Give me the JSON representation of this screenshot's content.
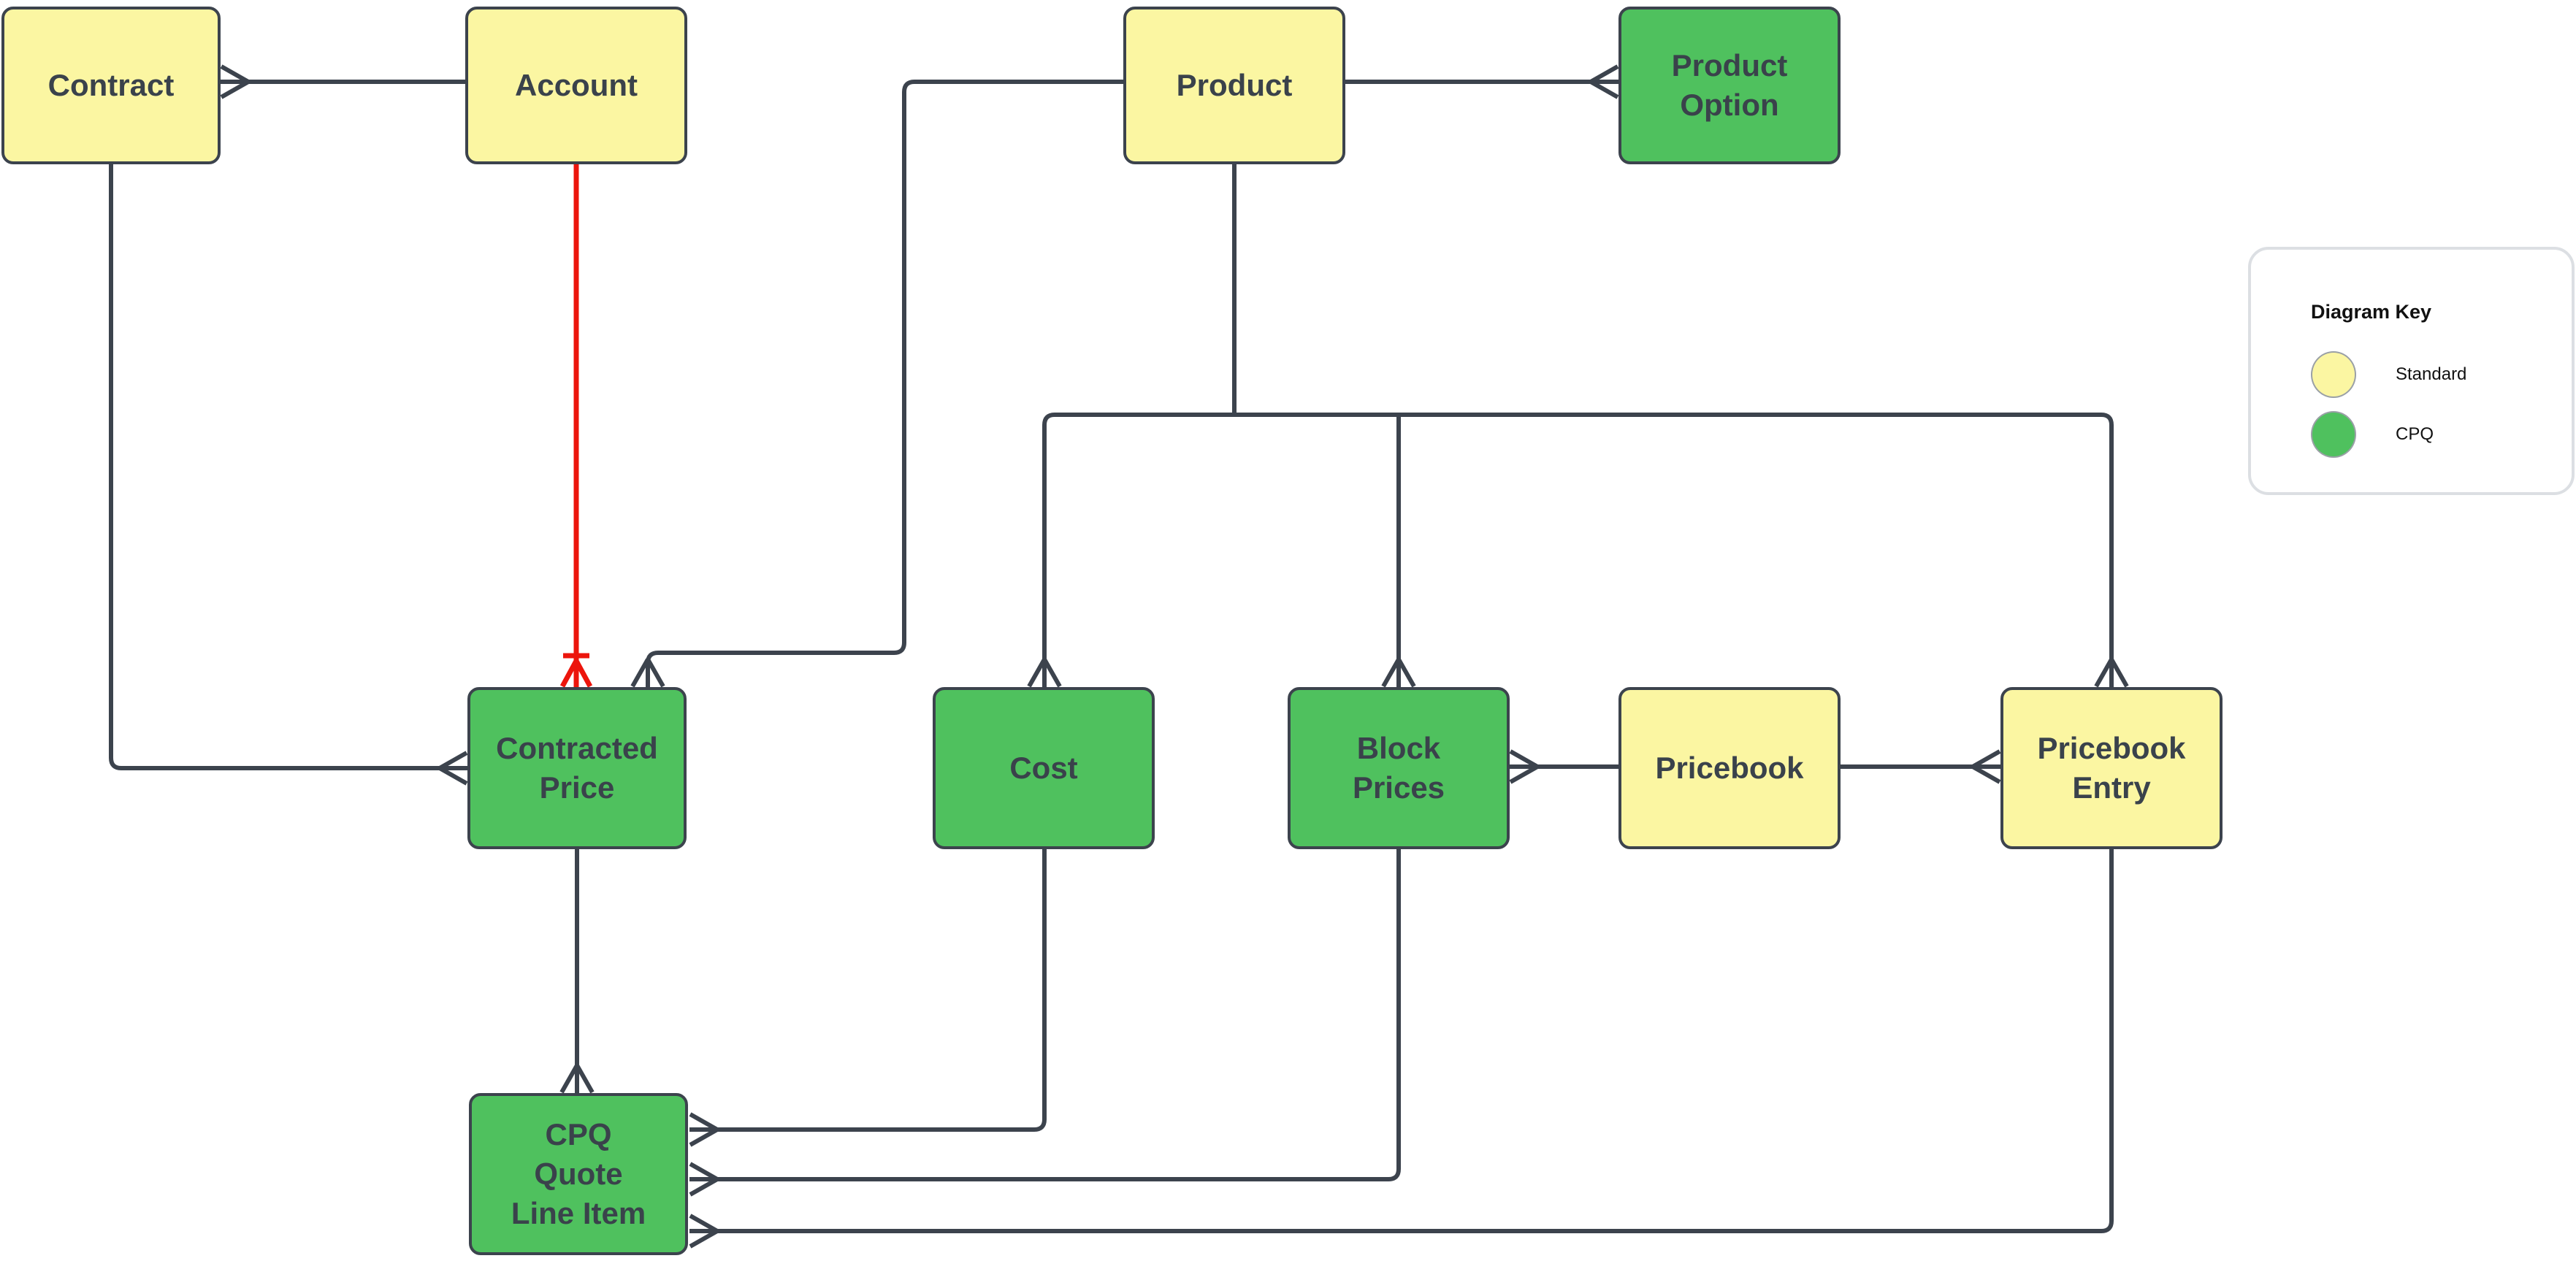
{
  "diagram": {
    "nodes": [
      {
        "id": "contract",
        "label": "Contract",
        "type": "standard"
      },
      {
        "id": "account",
        "label": "Account",
        "type": "standard"
      },
      {
        "id": "product",
        "label": "Product",
        "type": "standard"
      },
      {
        "id": "product-option",
        "label": "Product\nOption",
        "type": "cpq"
      },
      {
        "id": "contracted-price",
        "label": "Contracted\nPrice",
        "type": "cpq"
      },
      {
        "id": "cost",
        "label": "Cost",
        "type": "cpq"
      },
      {
        "id": "block-prices",
        "label": "Block\nPrices",
        "type": "cpq"
      },
      {
        "id": "pricebook",
        "label": "Pricebook",
        "type": "standard"
      },
      {
        "id": "pricebook-entry",
        "label": "Pricebook\nEntry",
        "type": "standard"
      },
      {
        "id": "cpq-quote-line-item",
        "label": "CPQ\nQuote\nLine Item",
        "type": "cpq"
      }
    ],
    "colors": {
      "standard_fill": "#FBF6A2",
      "cpq_fill": "#4FC15E",
      "line": "#3C434D",
      "highlight_line": "#EC150C",
      "node_text": "#3A424B"
    },
    "legend": {
      "title": "Diagram Key",
      "items": [
        {
          "label": "Standard",
          "type": "standard"
        },
        {
          "label": "CPQ",
          "type": "cpq"
        }
      ]
    }
  }
}
